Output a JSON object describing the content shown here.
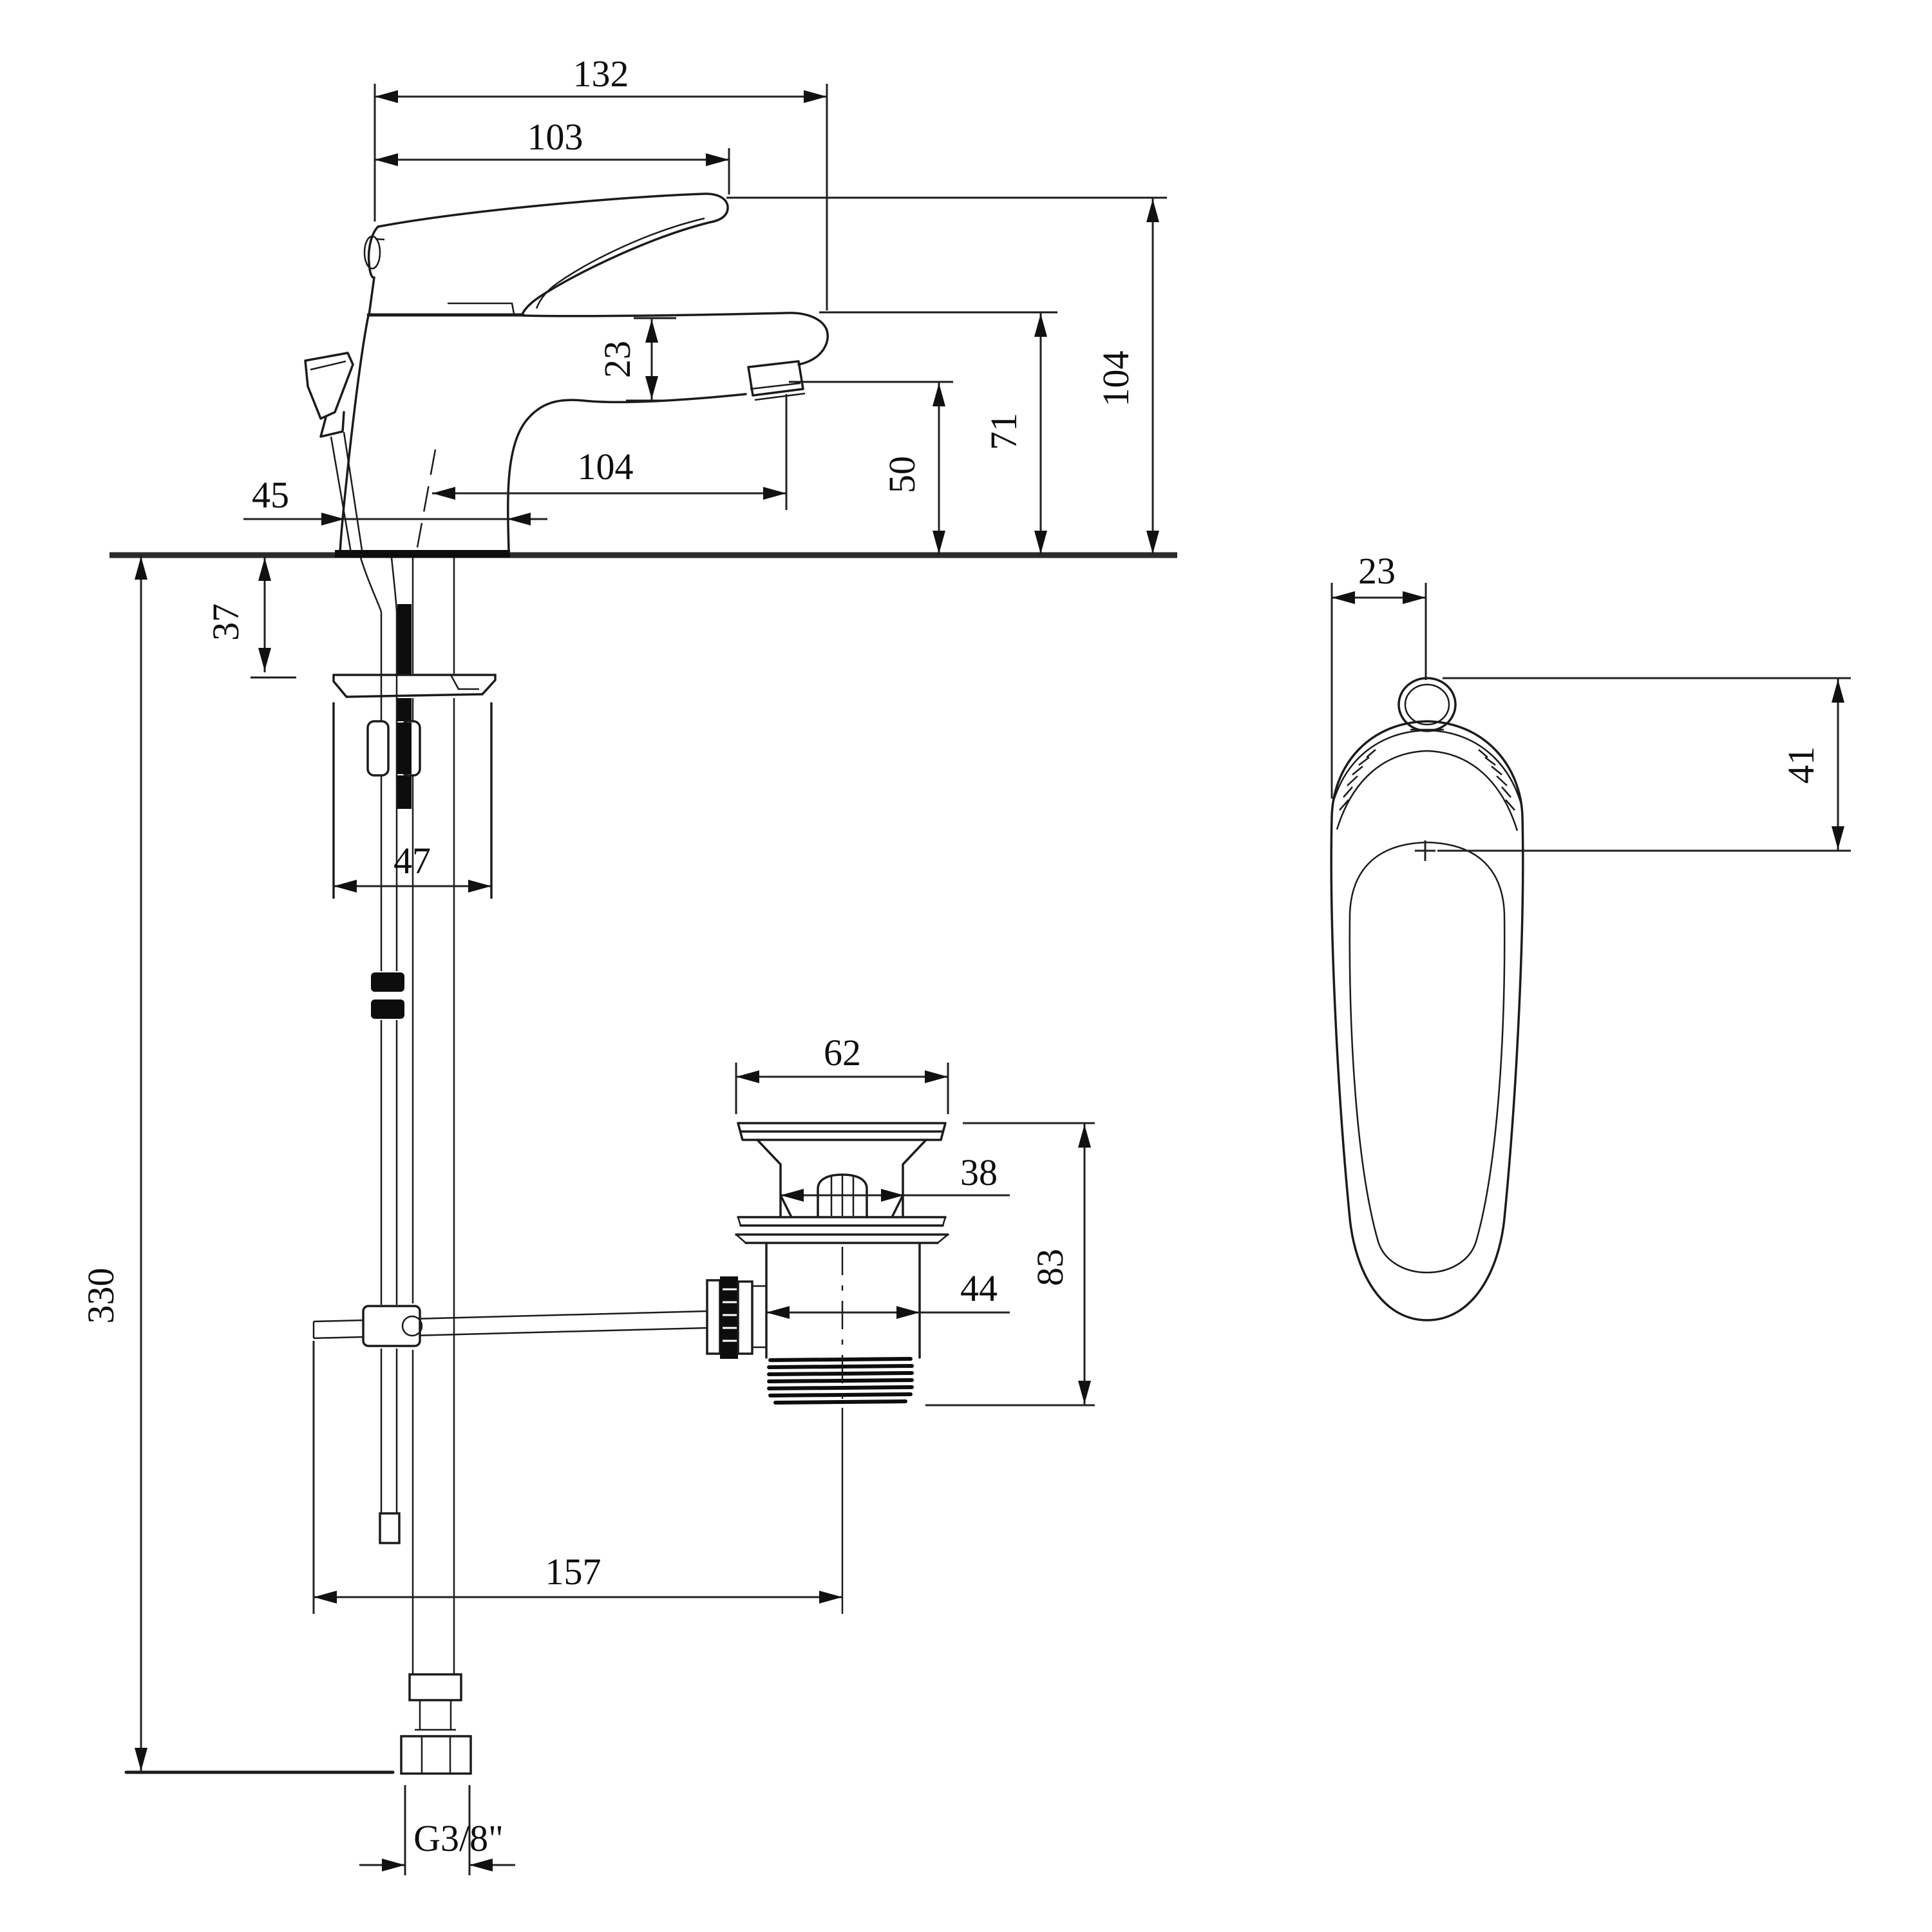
{
  "drawing": {
    "kind": "basin-mixer-tap-installation-dimension-drawing",
    "views": [
      "side-elevation-with-supply-hose",
      "pop-up-waste-valve",
      "handle-top-view"
    ]
  },
  "dims": {
    "main": {
      "reach_overall": "132",
      "reach_handle": "103",
      "spout_drop": "23",
      "reach_spout": "104",
      "base_depth": "45",
      "deck_thickness": "37",
      "bracket_width": "47",
      "height_outlet": "50",
      "height_spout": "71",
      "height_overall": "104",
      "hose_length": "330",
      "lever_reach": "157",
      "supply_thread": "G3/8\""
    },
    "waste": {
      "flange_diameter": "62",
      "plug_width": "38",
      "body_diameter": "44",
      "height": "83"
    },
    "top": {
      "circle_offset": "23",
      "center_offset": "41"
    }
  }
}
